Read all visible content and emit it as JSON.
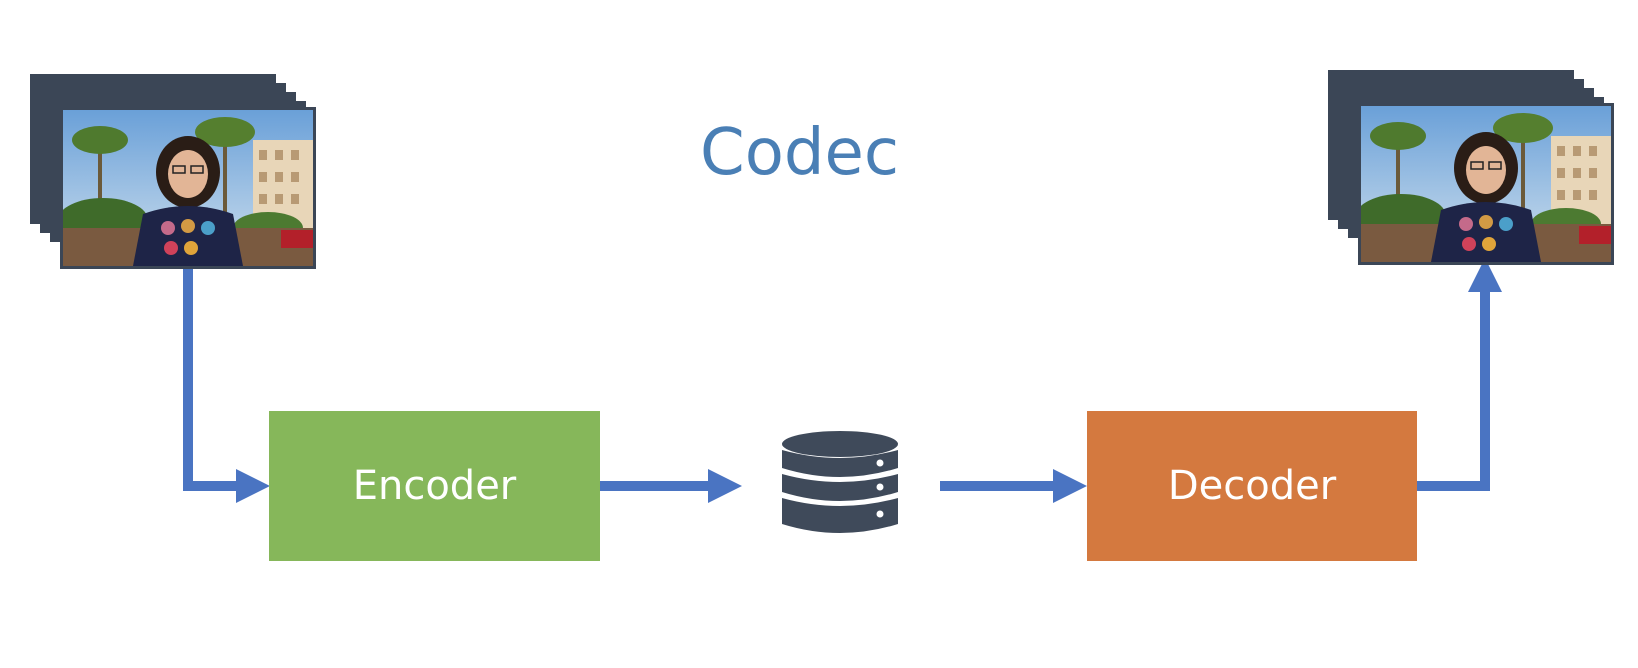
{
  "diagram": {
    "title": "Codec",
    "encoder_label": "Encoder",
    "decoder_label": "Decoder",
    "storage_icon": "database-icon",
    "input_frames_icon": "video-frames-icon",
    "output_frames_icon": "video-frames-icon",
    "colors": {
      "title": "#4a7fb5",
      "arrow": "#4a74c2",
      "encoder": "#86b75a",
      "decoder": "#d4793f",
      "database": "#3f4a5a",
      "frame_border": "#3b4656"
    }
  }
}
